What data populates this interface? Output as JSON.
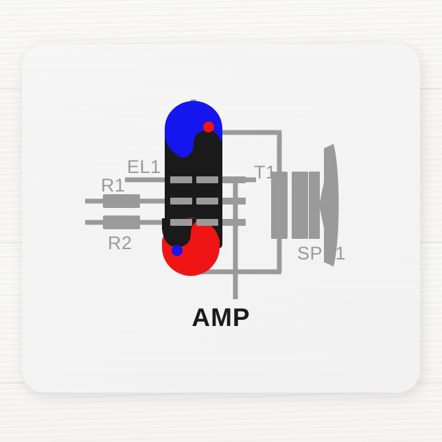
{
  "product": {
    "type": "mousepad",
    "surface_color": "#f7f7f7",
    "desk_color": "#f6f5f3"
  },
  "artwork": {
    "title": "AMP",
    "title_color": "#1b1b1b",
    "schematic_color": "#9a9a9a",
    "tube_body_color": "#1a1a1a",
    "tube_top_color": "#1515f0",
    "tube_bottom_color": "#f01515",
    "top_dot_color": "#f01515",
    "bottom_dot_color": "#1515f0",
    "labels": {
      "plus": "+",
      "tube": "EL1",
      "resistor_1": "R1",
      "resistor_2": "R2",
      "transformer": "T1",
      "speaker": "SPK1"
    }
  }
}
